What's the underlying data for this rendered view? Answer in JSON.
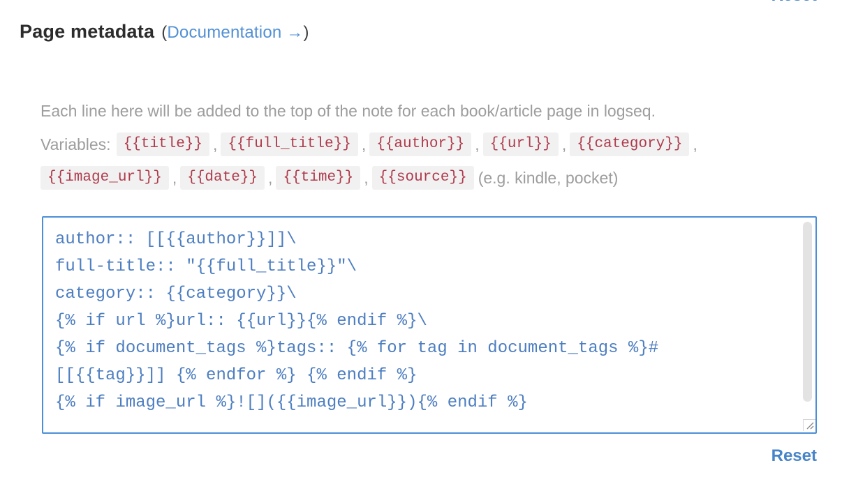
{
  "header": {
    "title": "Page metadata",
    "paren_open": "(",
    "doc_link_label": "Documentation →",
    "paren_close": ")",
    "reset_label": "Reset"
  },
  "description": {
    "line1": "Each line here will be added to the top of the note for each book/article page in logseq.",
    "variables_label": "Variables:",
    "separator": ",",
    "variables": [
      "{{title}}",
      "{{full_title}}",
      "{{author}}",
      "{{url}}",
      "{{category}}",
      "{{image_url}}",
      "{{date}}",
      "{{time}}",
      "{{source}}"
    ],
    "example_note": "(e.g. kindle, pocket)"
  },
  "editor": {
    "value": "author:: [[{{author}}]]\\\nfull-title:: \"{{full_title}}\"\\\ncategory:: {{category}}\\\n{% if url %}url:: {{url}}{% endif %}\\\n{% if document_tags %}tags:: {% for tag in document_tags %}#\n[[{{tag}}]] {% endfor %} {% endif %}\n{% if image_url %}![]({{image_url}}){% endif %}"
  },
  "footer": {
    "reset_label": "Reset"
  },
  "colors": {
    "link_blue": "#5190d4",
    "reset_blue": "#4784c8",
    "border_blue": "#4c8fd6",
    "code_blue": "#4d7ec0",
    "chip_red": "#af3a4b",
    "chip_bg": "#f1f1f1",
    "muted_text": "#9d9d9d",
    "heading_text": "#2c2c2c"
  }
}
